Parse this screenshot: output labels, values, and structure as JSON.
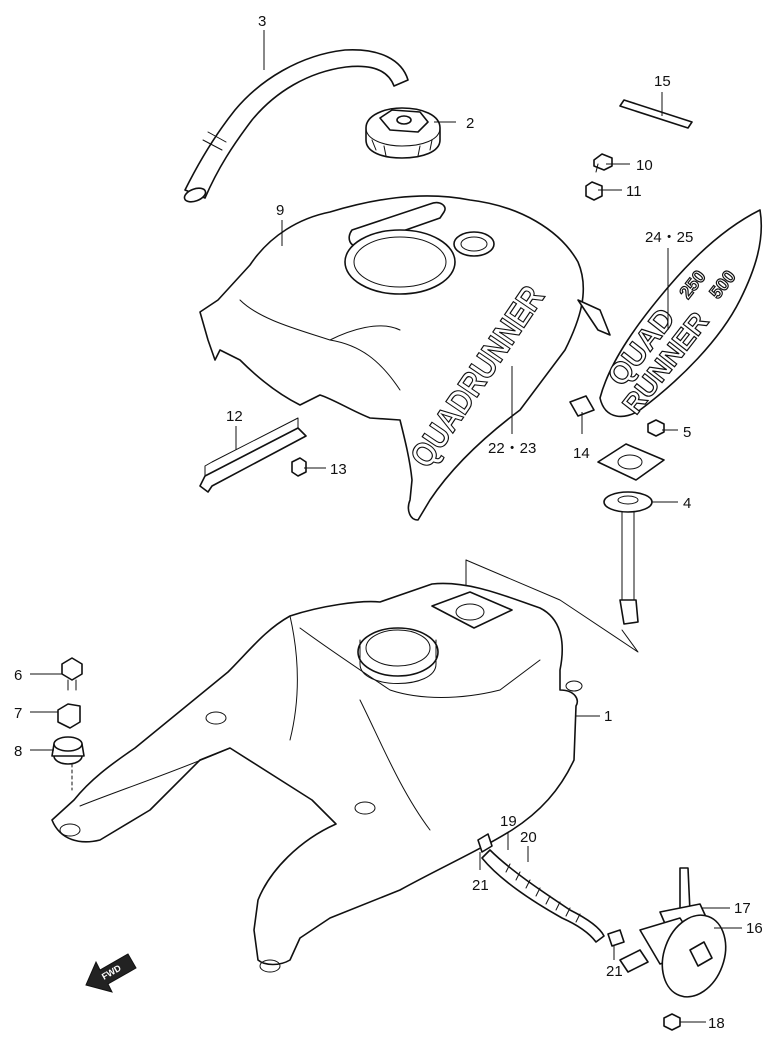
{
  "diagram": {
    "labels": [
      {
        "key": "p1",
        "text": "1"
      },
      {
        "key": "p2",
        "text": "2"
      },
      {
        "key": "p3",
        "text": "3"
      },
      {
        "key": "p4",
        "text": "4"
      },
      {
        "key": "p5",
        "text": "5"
      },
      {
        "key": "p6",
        "text": "6"
      },
      {
        "key": "p7",
        "text": "7"
      },
      {
        "key": "p8",
        "text": "8"
      },
      {
        "key": "p9",
        "text": "9"
      },
      {
        "key": "p10",
        "text": "10"
      },
      {
        "key": "p11",
        "text": "11"
      },
      {
        "key": "p12",
        "text": "12"
      },
      {
        "key": "p13",
        "text": "13"
      },
      {
        "key": "p14",
        "text": "14"
      },
      {
        "key": "p15",
        "text": "15"
      },
      {
        "key": "p16",
        "text": "16"
      },
      {
        "key": "p17",
        "text": "17"
      },
      {
        "key": "p18",
        "text": "18"
      },
      {
        "key": "p19",
        "text": "19"
      },
      {
        "key": "p20",
        "text": "20"
      },
      {
        "key": "p21a",
        "text": "21"
      },
      {
        "key": "p21b",
        "text": "21"
      },
      {
        "key": "p22",
        "text": "22・23"
      },
      {
        "key": "p24",
        "text": "24・25"
      }
    ],
    "cover_lettering": "QUADRUNNER",
    "decal_lettering_top": "QUAD",
    "decal_lettering_bottom": "RUNNER",
    "decal_model_top": "250",
    "decal_model_bottom": "500",
    "direction_arrow": "FWD"
  }
}
